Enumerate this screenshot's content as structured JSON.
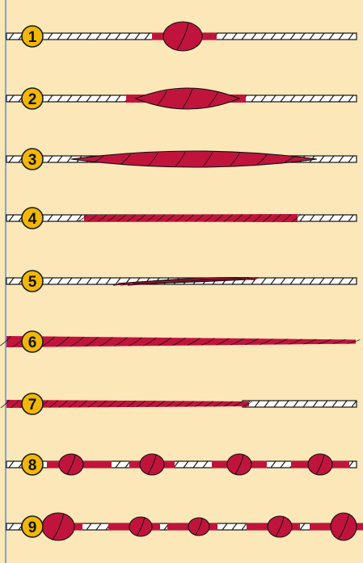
{
  "colors": {
    "background": "#FBE7B8",
    "border": "#4A90D9",
    "badge_fill": "#F2B705",
    "badge_stroke": "#1A1A1A",
    "wrap": "#C0143C",
    "string": "#FFFFFF",
    "stroke": "#111111"
  },
  "rows": [
    {
      "number": "1",
      "pattern": "single-small-knot"
    },
    {
      "number": "2",
      "pattern": "single-large-lens-knot"
    },
    {
      "number": "3",
      "pattern": "long-tapered-multi-knot"
    },
    {
      "number": "4",
      "pattern": "long-thin-wrap-partial"
    },
    {
      "number": "5",
      "pattern": "tangled-black-thread"
    },
    {
      "number": "6",
      "pattern": "full-length-tapered-wrap"
    },
    {
      "number": "7",
      "pattern": "left-wrap-tapering-off"
    },
    {
      "number": "8",
      "pattern": "four-evenly-spaced-knots"
    },
    {
      "number": "9",
      "pattern": "five-knots-irregular"
    }
  ]
}
